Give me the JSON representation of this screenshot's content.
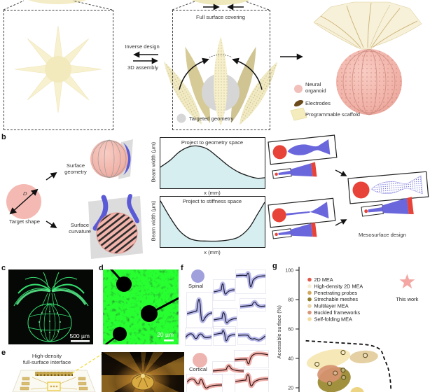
{
  "panel_a": {
    "inverse_design_label": "Inverse design",
    "assembly_label": "3D assembly",
    "full_surface_label": "Full surface covering",
    "targeted_geometry_label": "Targeted geometry",
    "legend": {
      "organoid": "Neural organoid",
      "electrodes": "Electrodes",
      "scaffold": "Programmable scaffold"
    }
  },
  "panel_b": {
    "label": "b",
    "diameter_label": "D",
    "target_shape_label": "Target shape",
    "surface_geometry_label": "Surface geometry",
    "surface_curvature_label": "Surface curvature",
    "mesosurface_label": "Mesosurface design",
    "plots": [
      {
        "title": "Project to geometry space",
        "xlabel": "x (mm)",
        "ylabel": "Beam width (µm)"
      },
      {
        "title": "Project to stiffness space",
        "xlabel": "x (mm)",
        "ylabel": "Beam width (µm)"
      }
    ]
  },
  "panel_c": {
    "label": "c",
    "scalebar": "500 µm"
  },
  "panel_d": {
    "label": "d",
    "scalebar": "20 µm"
  },
  "panel_e": {
    "label": "e",
    "title_line1": "High-density",
    "title_line2": "full-surface interface"
  },
  "panel_f": {
    "label": "f",
    "spinal_label": "Spinal",
    "cortical_label": "Cortical"
  },
  "panel_g": {
    "label": "g"
  },
  "chart_data": [
    {
      "id": "accessible-surface-scatter",
      "type": "scatter",
      "title": "",
      "ylabel": "Accessible surface (%)",
      "yticks": [
        20,
        40,
        60,
        80,
        100
      ],
      "ylim": [
        17,
        100
      ],
      "grid": false,
      "legend_position": "top-left",
      "legend": [
        {
          "label": "2D MEA",
          "color": "#e25a4d"
        },
        {
          "label": "High-density 2D MEA",
          "color": "#f5ecd3"
        },
        {
          "label": "Penetrating probes",
          "color": "#d2a85c"
        },
        {
          "label": "Strechable meshes",
          "color": "#8f7c2a"
        },
        {
          "label": "Multilayer MEA",
          "color": "#e6d2a4"
        },
        {
          "label": "Buckled frameworks",
          "color": "#d89577"
        },
        {
          "label": "Self-folding MEA",
          "color": "#f2dc9b"
        }
      ],
      "this_work": {
        "label": "This work",
        "color": "#f4a6a2",
        "x_frac": 0.8,
        "y": 92
      },
      "points": [
        {
          "group": "Self-folding MEA",
          "x_frac": 0.133,
          "y": 36
        },
        {
          "group": "Self-folding MEA",
          "x_frac": 0.326,
          "y": 44
        },
        {
          "group": "Multilayer MEA",
          "x_frac": 0.49,
          "y": 42
        },
        {
          "group": "Buckled frameworks",
          "x_frac": 0.268,
          "y": 30
        },
        {
          "group": "Strechable meshes",
          "x_frac": 0.326,
          "y": 32
        },
        {
          "group": "Strechable meshes",
          "x_frac": 0.33,
          "y": 27
        },
        {
          "group": "Strechable meshes",
          "x_frac": 0.226,
          "y": 23
        }
      ],
      "blobs": [
        {
          "group": "Self-folding MEA",
          "color": "#f7e7b4",
          "cx_frac": 0.218,
          "cy": 39.5,
          "rx_frac": 0.165,
          "ry": 6,
          "rot": -13,
          "opacity": 0.95
        },
        {
          "group": "Multilayer MEA",
          "color": "#e3cd9e",
          "cx_frac": 0.48,
          "cy": 41,
          "rx_frac": 0.105,
          "ry": 4.3,
          "rot": -4,
          "opacity": 0.95
        },
        {
          "group": "Strechable meshes",
          "color": "#9c8a33",
          "cx_frac": 0.26,
          "cy": 25.5,
          "rx_frac": 0.125,
          "ry": 8.2,
          "rot": -18,
          "opacity": 0.95
        },
        {
          "group": "Buckled frameworks",
          "color": "#d6936f",
          "cx_frac": 0.225,
          "cy": 29.5,
          "rx_frac": 0.09,
          "ry": 6,
          "rot": -8,
          "opacity": 0.92
        },
        {
          "group": "Penetrating probes",
          "color": "#ecd27c",
          "cx_frac": 0.43,
          "cy": 16.5,
          "rx_frac": 0.05,
          "ry": 4,
          "rot": 0,
          "opacity": 0.95
        }
      ],
      "boundary": [
        [
          0.05,
          52
        ],
        [
          0.22,
          51
        ],
        [
          0.4,
          50
        ],
        [
          0.52,
          49
        ],
        [
          0.6,
          46
        ],
        [
          0.63,
          40
        ],
        [
          0.66,
          33
        ],
        [
          0.675,
          25
        ],
        [
          0.68,
          19
        ]
      ]
    },
    {
      "id": "geometry-space-curve",
      "type": "line",
      "title": "Project to geometry space",
      "xlabel": "x (mm)",
      "ylabel": "Beam width (µm)",
      "fill": "#d6eef0",
      "x_norm": [
        0,
        0.09,
        0.18,
        0.27,
        0.35,
        0.45,
        0.55,
        0.65,
        0.75,
        0.85,
        0.93,
        1
      ],
      "y_norm": [
        0.42,
        0.55,
        0.72,
        0.82,
        0.84,
        0.78,
        0.62,
        0.45,
        0.32,
        0.24,
        0.2,
        0.21
      ]
    },
    {
      "id": "stiffness-space-curve",
      "type": "line",
      "title": "Project to stiffness space",
      "xlabel": "x (mm)",
      "ylabel": "Beam width (µm)",
      "fill": "#d6eef0",
      "x_norm": [
        0,
        0.09,
        0.18,
        0.27,
        0.35,
        0.45,
        0.55,
        0.65,
        0.75,
        0.85,
        0.93,
        1
      ],
      "y_norm": [
        0.92,
        0.6,
        0.33,
        0.18,
        0.13,
        0.12,
        0.12,
        0.14,
        0.2,
        0.38,
        0.65,
        0.89
      ]
    }
  ]
}
